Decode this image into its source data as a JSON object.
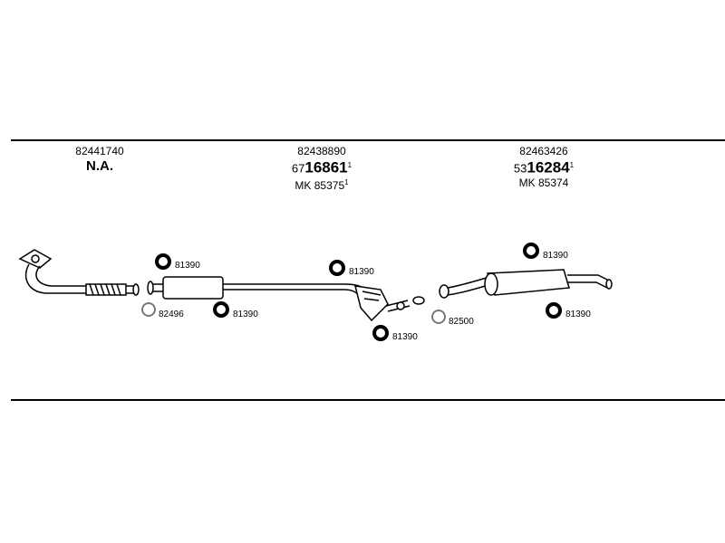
{
  "groups": [
    {
      "code": "82441740",
      "note": "N.A."
    },
    {
      "code": "82438890",
      "ref_prefix": "67",
      "ref_bold": "16861",
      "ref_sup": "1",
      "mk": "MK  85375",
      "mk_sup": "1"
    },
    {
      "code": "82463426",
      "ref_prefix": "53",
      "ref_bold": "16284",
      "ref_sup": "1",
      "mk": "MK  85374"
    }
  ],
  "parts": {
    "clamp_a": "81390",
    "clamp_b": "81390",
    "gasket_a": "82496",
    "clamp_c": "81390",
    "clamp_d": "81390",
    "gasket_b": "82500",
    "clamp_e": "81390",
    "clamp_f": "81390"
  }
}
